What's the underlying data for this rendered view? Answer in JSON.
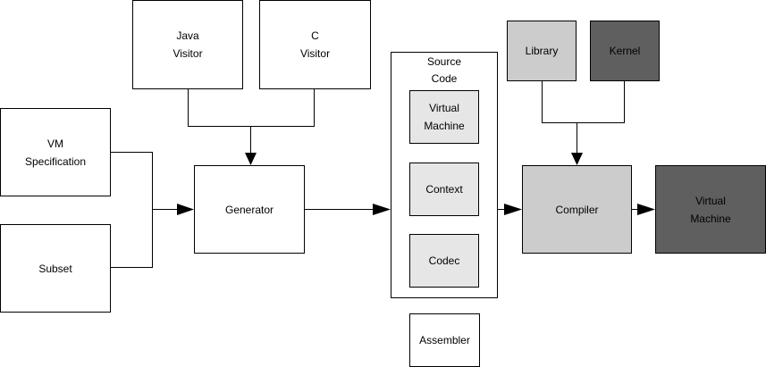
{
  "nodes": {
    "java_visitor": "Java\nVisitor",
    "c_visitor": "C\nVisitor",
    "vm_specification": "VM\nSpecification",
    "subset": "Subset",
    "generator": "Generator",
    "source_code": "Source\nCode",
    "virtual_machine_inner": "Virtual\nMachine",
    "context": "Context",
    "codec": "Codec",
    "assembler": "Assembler",
    "library": "Library",
    "kernel": "Kernel",
    "compiler": "Compiler",
    "virtual_machine_output": "Virtual\nMachine"
  },
  "colors": {
    "white": "#ffffff",
    "light_gray": "#e6e6e6",
    "mid_gray": "#cccccc",
    "dark_gray": "#5f5f5f",
    "line": "#000000"
  }
}
